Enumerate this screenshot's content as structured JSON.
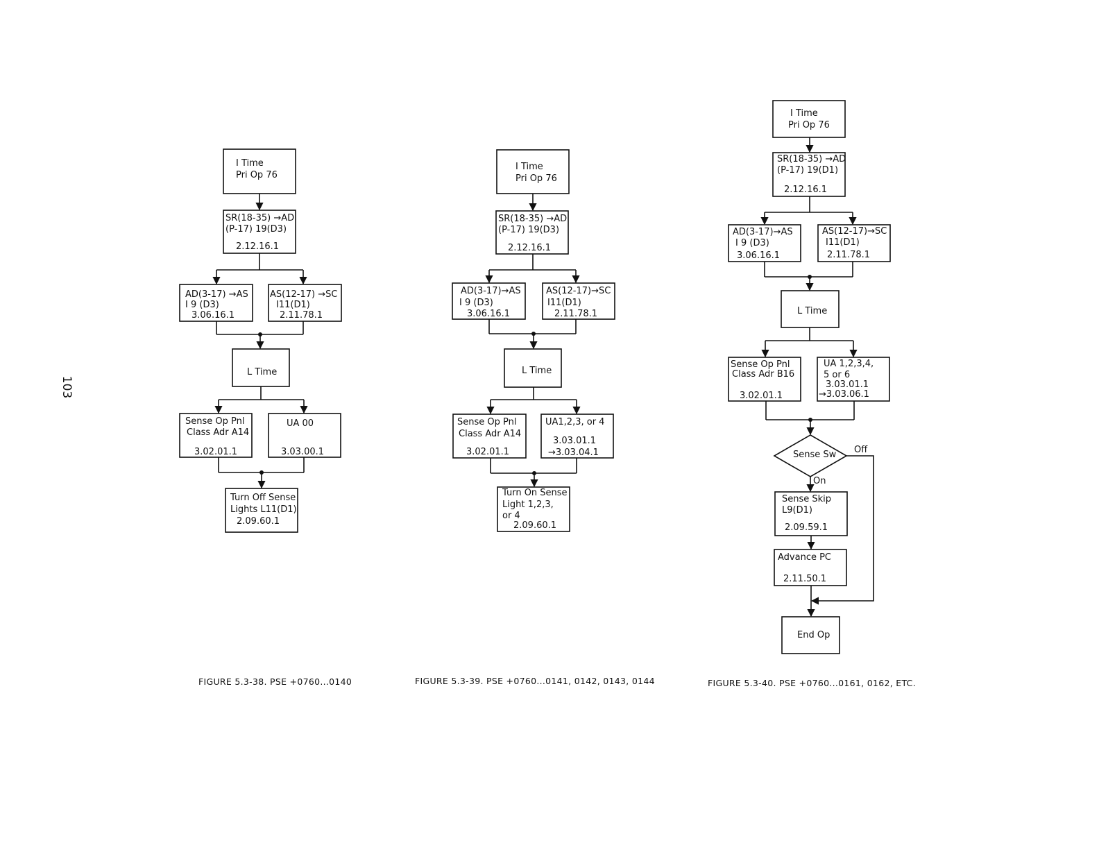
{
  "page_number": "103",
  "figures": [
    {
      "caption": "FIGURE 5.3-38.  PSE +0760...0140",
      "boxes": {
        "itime": [
          "I Time",
          "Pri Op 76"
        ],
        "sr": [
          "SR(18-35) →AD",
          "(P-17) 19(D3)",
          "2.12.16.1"
        ],
        "ad": [
          "AD(3-17) →AS",
          "I 9 (D3)",
          "3.06.16.1"
        ],
        "as": [
          "AS(12-17) →SC",
          "I11(D1)",
          "2.11.78.1"
        ],
        "ltime": [
          "L Time"
        ],
        "sense": [
          "Sense Op Pnl",
          "Class Adr A14",
          "3.02.01.1"
        ],
        "ua": [
          "UA 00",
          "3.03.00.1"
        ],
        "last": [
          "Turn Off Sense",
          "Lights L11(D1)",
          "2.09.60.1"
        ]
      }
    },
    {
      "caption": "FIGURE 5.3-39.  PSE +0760...0141, 0142, 0143, 0144",
      "boxes": {
        "itime": [
          "I Time",
          "Pri Op 76"
        ],
        "sr": [
          "SR(18-35) →AD",
          "(P-17) 19(D3)",
          "2.12.16.1"
        ],
        "ad": [
          "AD(3-17)→AS",
          "I 9 (D3)",
          "3.06.16.1"
        ],
        "as": [
          "AS(12-17)→SC",
          "I11(D1)",
          "2.11.78.1"
        ],
        "ltime": [
          "L Time"
        ],
        "sense": [
          "Sense Op Pnl",
          "Class Adr A14",
          "3.02.01.1"
        ],
        "ua": [
          "UA1,2,3, or 4",
          "3.03.01.1",
          "→3.03.04.1"
        ],
        "last": [
          "Turn On Sense",
          "Light 1,2,3,",
          "or 4",
          "2.09.60.1"
        ]
      }
    },
    {
      "caption": "FIGURE 5.3-40.  PSE +0760...0161, 0162, ETC.",
      "boxes": {
        "itime": [
          "I Time",
          "Pri Op 76"
        ],
        "sr": [
          "SR(18-35) →AD",
          "(P-17) 19(D1)",
          "2.12.16.1"
        ],
        "ad": [
          "AD(3-17)→AS",
          "I 9 (D3)",
          "3.06.16.1"
        ],
        "as": [
          "AS(12-17)→SC",
          "I11(D1)",
          "2.11.78.1"
        ],
        "ltime": [
          "L Time"
        ],
        "sense": [
          "Sense Op Pnl",
          "Class Adr B16",
          "3.02.01.1"
        ],
        "ua": [
          "UA 1,2,3,4,",
          "5 or 6",
          "3.03.01.1",
          "→3.03.06.1"
        ],
        "decision": [
          "Sense Sw"
        ],
        "off_label": "Off",
        "on_label": "On",
        "skip": [
          "Sense Skip",
          "L9(D1)",
          "2.09.59.1"
        ],
        "advance": [
          "Advance PC",
          "2.11.50.1"
        ],
        "endop": [
          "End Op"
        ]
      }
    }
  ]
}
